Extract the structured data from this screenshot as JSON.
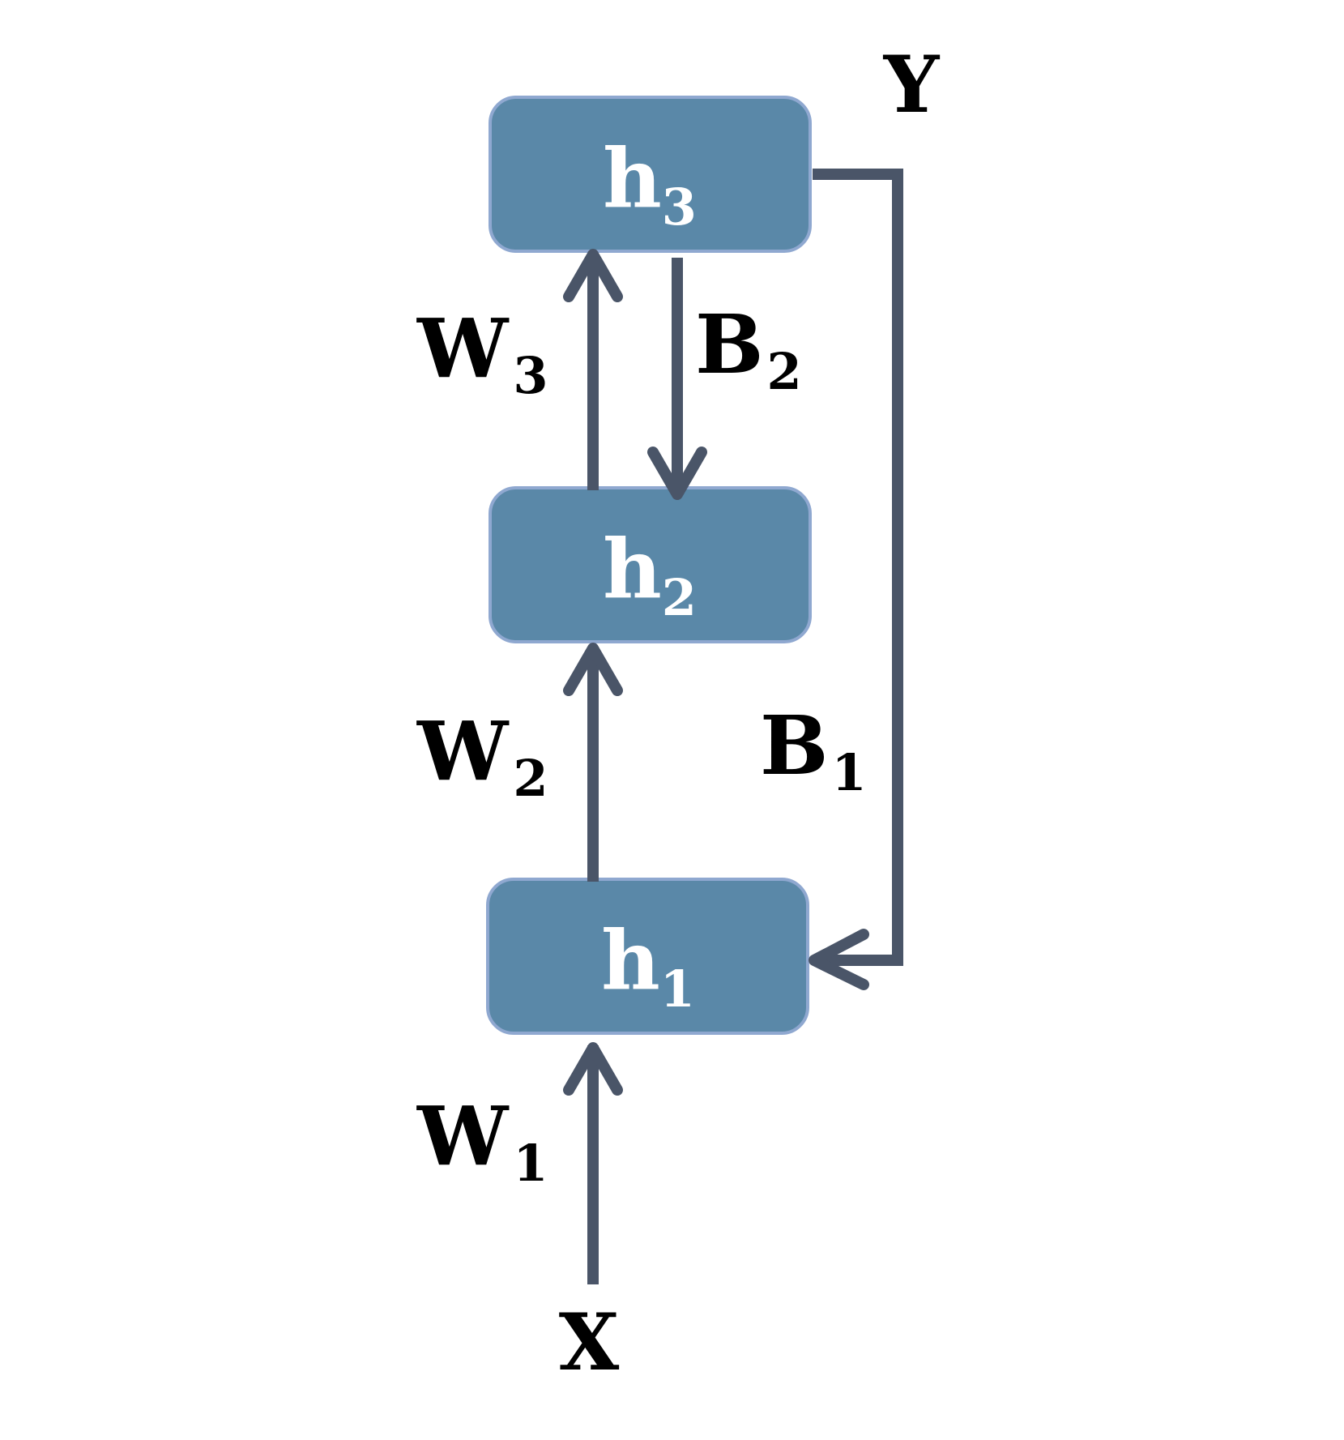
{
  "diagram": {
    "nodes": {
      "h3": {
        "base": "h",
        "sub": "3"
      },
      "h2": {
        "base": "h",
        "sub": "2"
      },
      "h1": {
        "base": "h",
        "sub": "1"
      }
    },
    "labels": {
      "input": "X",
      "output": "Y",
      "w1": {
        "base": "W",
        "sub": "1"
      },
      "w2": {
        "base": "W",
        "sub": "2"
      },
      "w3": {
        "base": "W",
        "sub": "3"
      },
      "b1": {
        "base": "B",
        "sub": "1"
      },
      "b2": {
        "base": "B",
        "sub": "2"
      }
    },
    "colors": {
      "node_fill": "#5a88a8",
      "node_border": "#8fa8d0",
      "arrow": "#4a5568",
      "label": "#000000",
      "node_text": "#ffffff"
    }
  }
}
